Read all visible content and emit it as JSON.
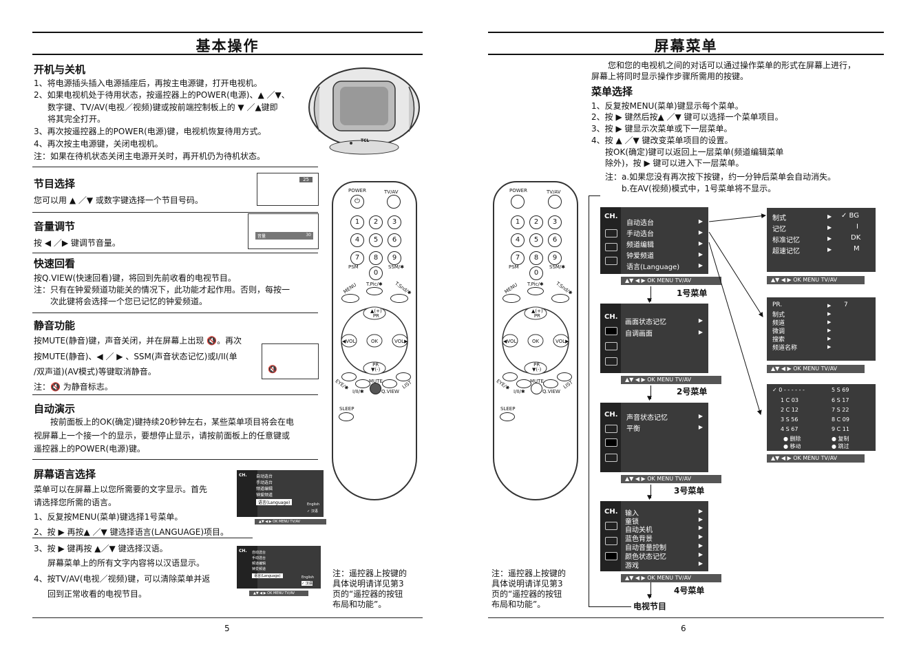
{
  "left": {
    "title": "基本操作",
    "power": {
      "heading": "开机与关机",
      "lines": [
        "1、将电源插头插入电源插座后，再按主电源键，打开电视机。",
        "2、如果电视机处于待用状态，按遥控器上的POWER(电源)、▲ ／▼、",
        "数字键、TV/AV(电视／视频)键或按前端控制板上的 ▼ ／▲键即",
        "将其完全打开。",
        "3、再次按遥控器上的POWER(电源)键，电视机恢复待用方式。",
        "4、再次按主电源键，关闭电视机。",
        "注：如果在待机状态关闭主电源开关时，再开机仍为待机状态。"
      ],
      "tv_brand": "TCL"
    },
    "program": {
      "heading": "节目选择",
      "line": "您可以用 ▲ ／▼ 或数字键选择一个节目号码。",
      "osd": "25"
    },
    "volume": {
      "heading": "音量调节",
      "line": "按 ◀ ／▶ 键调节音量。",
      "osd_label": "音量",
      "osd_value": "30"
    },
    "recall": {
      "heading": "快速回看",
      "lines": [
        "按Q.VIEW(快速回看)键，将回到先前收看的电视节目。",
        "注：只有在钟爱频道功能关的情况下，此功能才起作用。否则，每按一",
        "次此键将会选择一个您已记忆的钟爱频道。"
      ]
    },
    "mute": {
      "heading": "静音功能",
      "lines": [
        "按MUTE(静音)键，声音关闭，并在屏幕上出现 🔇。再次",
        "按MUTE(静音)、◀ ／ ▶ 、SSM(声音状态记忆)或I/II(单",
        "/双声道)(AV模式)等键取消静音。",
        "注：🔇 为静音标志。"
      ],
      "osd_icon": "🔇"
    },
    "demo": {
      "heading": "自动演示",
      "lines": [
        "按前面板上的OK(确定)键持续20秒钟左右，某些菜单项目将会在电",
        "视屏幕上一个接一个的显示，要想停止显示，请按前面板上的任意键或",
        "遥控器上的POWER(电源)键。"
      ]
    },
    "language": {
      "heading": "屏幕语言选择",
      "lines": [
        "菜单可以在屏幕上以您所需要的文字显示。首先",
        "请选择您所需的语言。",
        "1、反复按MENU(菜单)键选择1号菜单。",
        "2、按 ▶ 再按▲ ／▼ 键选择语言(LANGUAGE)项目。",
        "3、按 ▶ 键再按 ▲／▼ 键选择汉语。",
        "屏幕菜单上的所有文字内容将以汉语显示。",
        "4、按TV/AV(电视／视频)键，可以清除菜单并返",
        "回到正常收看的电视节目。"
      ],
      "menu_items": [
        "自动选台",
        "手动选台",
        "频道编辑",
        "钟爱频道",
        "语言(Language)"
      ],
      "options": [
        "English",
        "✓ 汉语"
      ],
      "nav": "▲▼ ◀ ▶ OK  MENU  TV/AV"
    },
    "note": [
      "注：遥控器上按键的",
      "具体说明请详见第3",
      "页的“遥控器的按钮",
      "布局和功能”。"
    ],
    "page_number": "5"
  },
  "remote": {
    "power": "POWER",
    "tvav": "TV/AV",
    "digits": [
      "1",
      "2",
      "3",
      "4",
      "5",
      "6",
      "7",
      "8",
      "9",
      "0"
    ],
    "psm": "PSM",
    "ssm": "SSM/✱",
    "menu": "MENU",
    "tpic": "T.Pic/✱",
    "tsnd": "T.Snd/✱",
    "pr_up": "▲(+)\nPR",
    "pr_down": "PR\n▼(-)",
    "vol_l": "◀VOL",
    "vol_r": "VOL▶",
    "ok": "OK",
    "eye": "EYE/✱",
    "i_ii": "I/II/✱",
    "mute": "MUTE",
    "qview": "Q.VIEW",
    "list": "LIST",
    "sleep": "SLEEP"
  },
  "right": {
    "title": "屏幕菜单",
    "intro": [
      "您和您的电视机之间的对话可以通过操作菜单的形式在屏幕上进行，",
      "屏幕上将同时显示操作步骤所需用的按键。"
    ],
    "heading": "菜单选择",
    "steps": [
      "1、反复按MENU(菜单)键显示每个菜单。",
      "2、按 ▶ 键然后按▲ ／▼ 键可以选择一个菜单项目。",
      "3、按 ▶ 键显示次菜单或下一层菜单。",
      "4、按 ▲ ／▼ 键改变菜单项目的设置。",
      "按OK(确定)键可以返回上一层菜单(频道编辑菜单",
      "除外)，按 ▶ 键可以进入下一层菜单。",
      "注：a.如果您没有再次按下按键，约一分钟后菜单会自动消失。",
      "b.在AV(视频)模式中，1号菜单将不显示。"
    ],
    "menus": [
      {
        "label": "1号菜单",
        "items": [
          "自动选台",
          "手动选台",
          "频道编辑",
          "钟爱频道",
          "语言(Language)"
        ]
      },
      {
        "label": "2号菜单",
        "items": [
          "画面状态记忆",
          "自调画面"
        ]
      },
      {
        "label": "3号菜单",
        "items": [
          "声音状态记忆",
          "平衡"
        ]
      },
      {
        "label": "4号菜单",
        "items": [
          "输入",
          "童锁",
          "自动关机",
          "蓝色背景",
          "自动音量控制",
          "颜色状态记忆",
          "游戏"
        ]
      }
    ],
    "ch_label": "CH.",
    "nav": "▲▼ ◀ ▶ OK  MENU  TV/AV",
    "sub1": {
      "items": [
        "制式",
        "记忆",
        "标准记忆",
        "超速记忆"
      ],
      "values": [
        "✓ BG",
        "I",
        "DK",
        "M"
      ]
    },
    "sub2": {
      "items": [
        "PR.",
        "制式",
        "频道",
        "微调",
        "搜索",
        "频道名称"
      ],
      "value": "7"
    },
    "sub3": {
      "rows": [
        [
          "✓ 0 - - - - - -",
          "5  S  69"
        ],
        [
          "1   C  03",
          "6  S  17"
        ],
        [
          "2   C  12",
          "7  S  22"
        ],
        [
          "3   S  56",
          "8  C  09"
        ],
        [
          "4   S  67",
          "9  C  11"
        ]
      ],
      "legend": [
        "● 删除",
        "● 复制",
        "● 移动",
        "● 跳过"
      ]
    },
    "end_label": "电视节目",
    "note": [
      "注：遥控器上按键的",
      "具体说明请详见第3",
      "页的“遥控器的按钮",
      "布局和功能”。"
    ],
    "page_number": "6"
  }
}
